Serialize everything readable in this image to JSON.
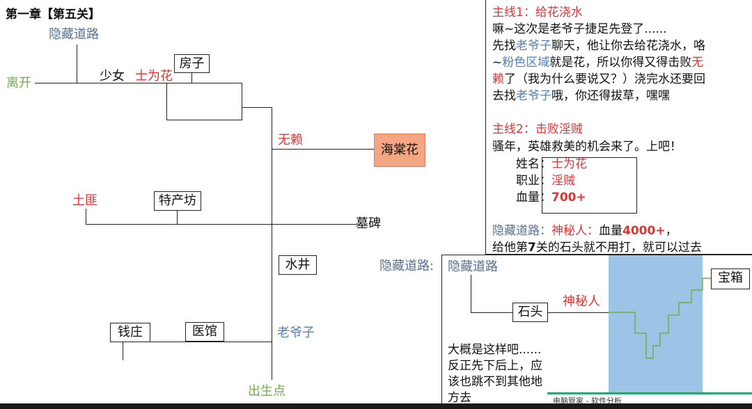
{
  "chapter_title": "第一章【第五关】",
  "map": {
    "hidden_road": "隐藏道路",
    "leave": "离开",
    "girl": "少女",
    "girl_name": "士为花",
    "house": "房子",
    "rogue": "无赖",
    "begonia": "海棠花",
    "bandit": "土匪",
    "specialty_shop": "特产坊",
    "tomb": "墓碑",
    "well": "水井",
    "bank": "钱庄",
    "clinic": "医馆",
    "old_man": "老爷子",
    "birth_point": "出生点"
  },
  "info": {
    "q1_title": "主线1：给花浇水",
    "q1_line1": "嘛~这次是老爷子捷足先登了......",
    "q1_l2_a": "先找",
    "q1_l2_b": "老爷子",
    "q1_l2_c": "聊天，他让你去给花浇水，咯",
    "q1_l3_a": "~",
    "q1_l3_b": "粉色区域",
    "q1_l3_c": "就是花，所以你得又得击败",
    "q1_l3_d": "无",
    "q1_l4_a": "赖",
    "q1_l4_b": "了（我为什么要说又？）浇完水还要回",
    "q1_l5_a": "去找",
    "q1_l5_b": "老爷子",
    "q1_l5_c": "哦，你还得拔草，嘿嘿",
    "q2_title": "主线2：击败淫贼",
    "q2_line1": "骚年，英雄救美的机会来了。上吧！",
    "name_label": "姓名：",
    "name_value": "士为花",
    "job_label": "职业：",
    "job_value": "淫贼",
    "hp_label": "血量：",
    "hp_value": "700+",
    "hidden_a": "隐藏道路：",
    "hidden_b": "神秘人：",
    "hidden_c": "血量",
    "hidden_d": "4000+",
    "hidden_e": "，",
    "hidden_l2_a": "给他第",
    "hidden_l2_b": "7",
    "hidden_l2_c": "关的石头就不用打，就可以过去"
  },
  "hidden_panel": {
    "outside_label": "隐藏道路:",
    "path_label": "隐藏道路",
    "stone": "石头",
    "mystery_man": "神秘人",
    "treasure": "宝箱",
    "note_1": "大概是这样吧......",
    "note_2": "反正先下后上，应",
    "note_3": "该也跳不到其他地",
    "note_4": "方去"
  },
  "popup_text": "电脑管家 - 软件分析",
  "colors": {
    "blue_label": "#4f81bd",
    "red_label": "#e03232",
    "green_label": "#70ad47",
    "begonia_fill": "#f4a582",
    "water_fill": "#9dc3e6",
    "staircase_line": "#70ad47"
  }
}
